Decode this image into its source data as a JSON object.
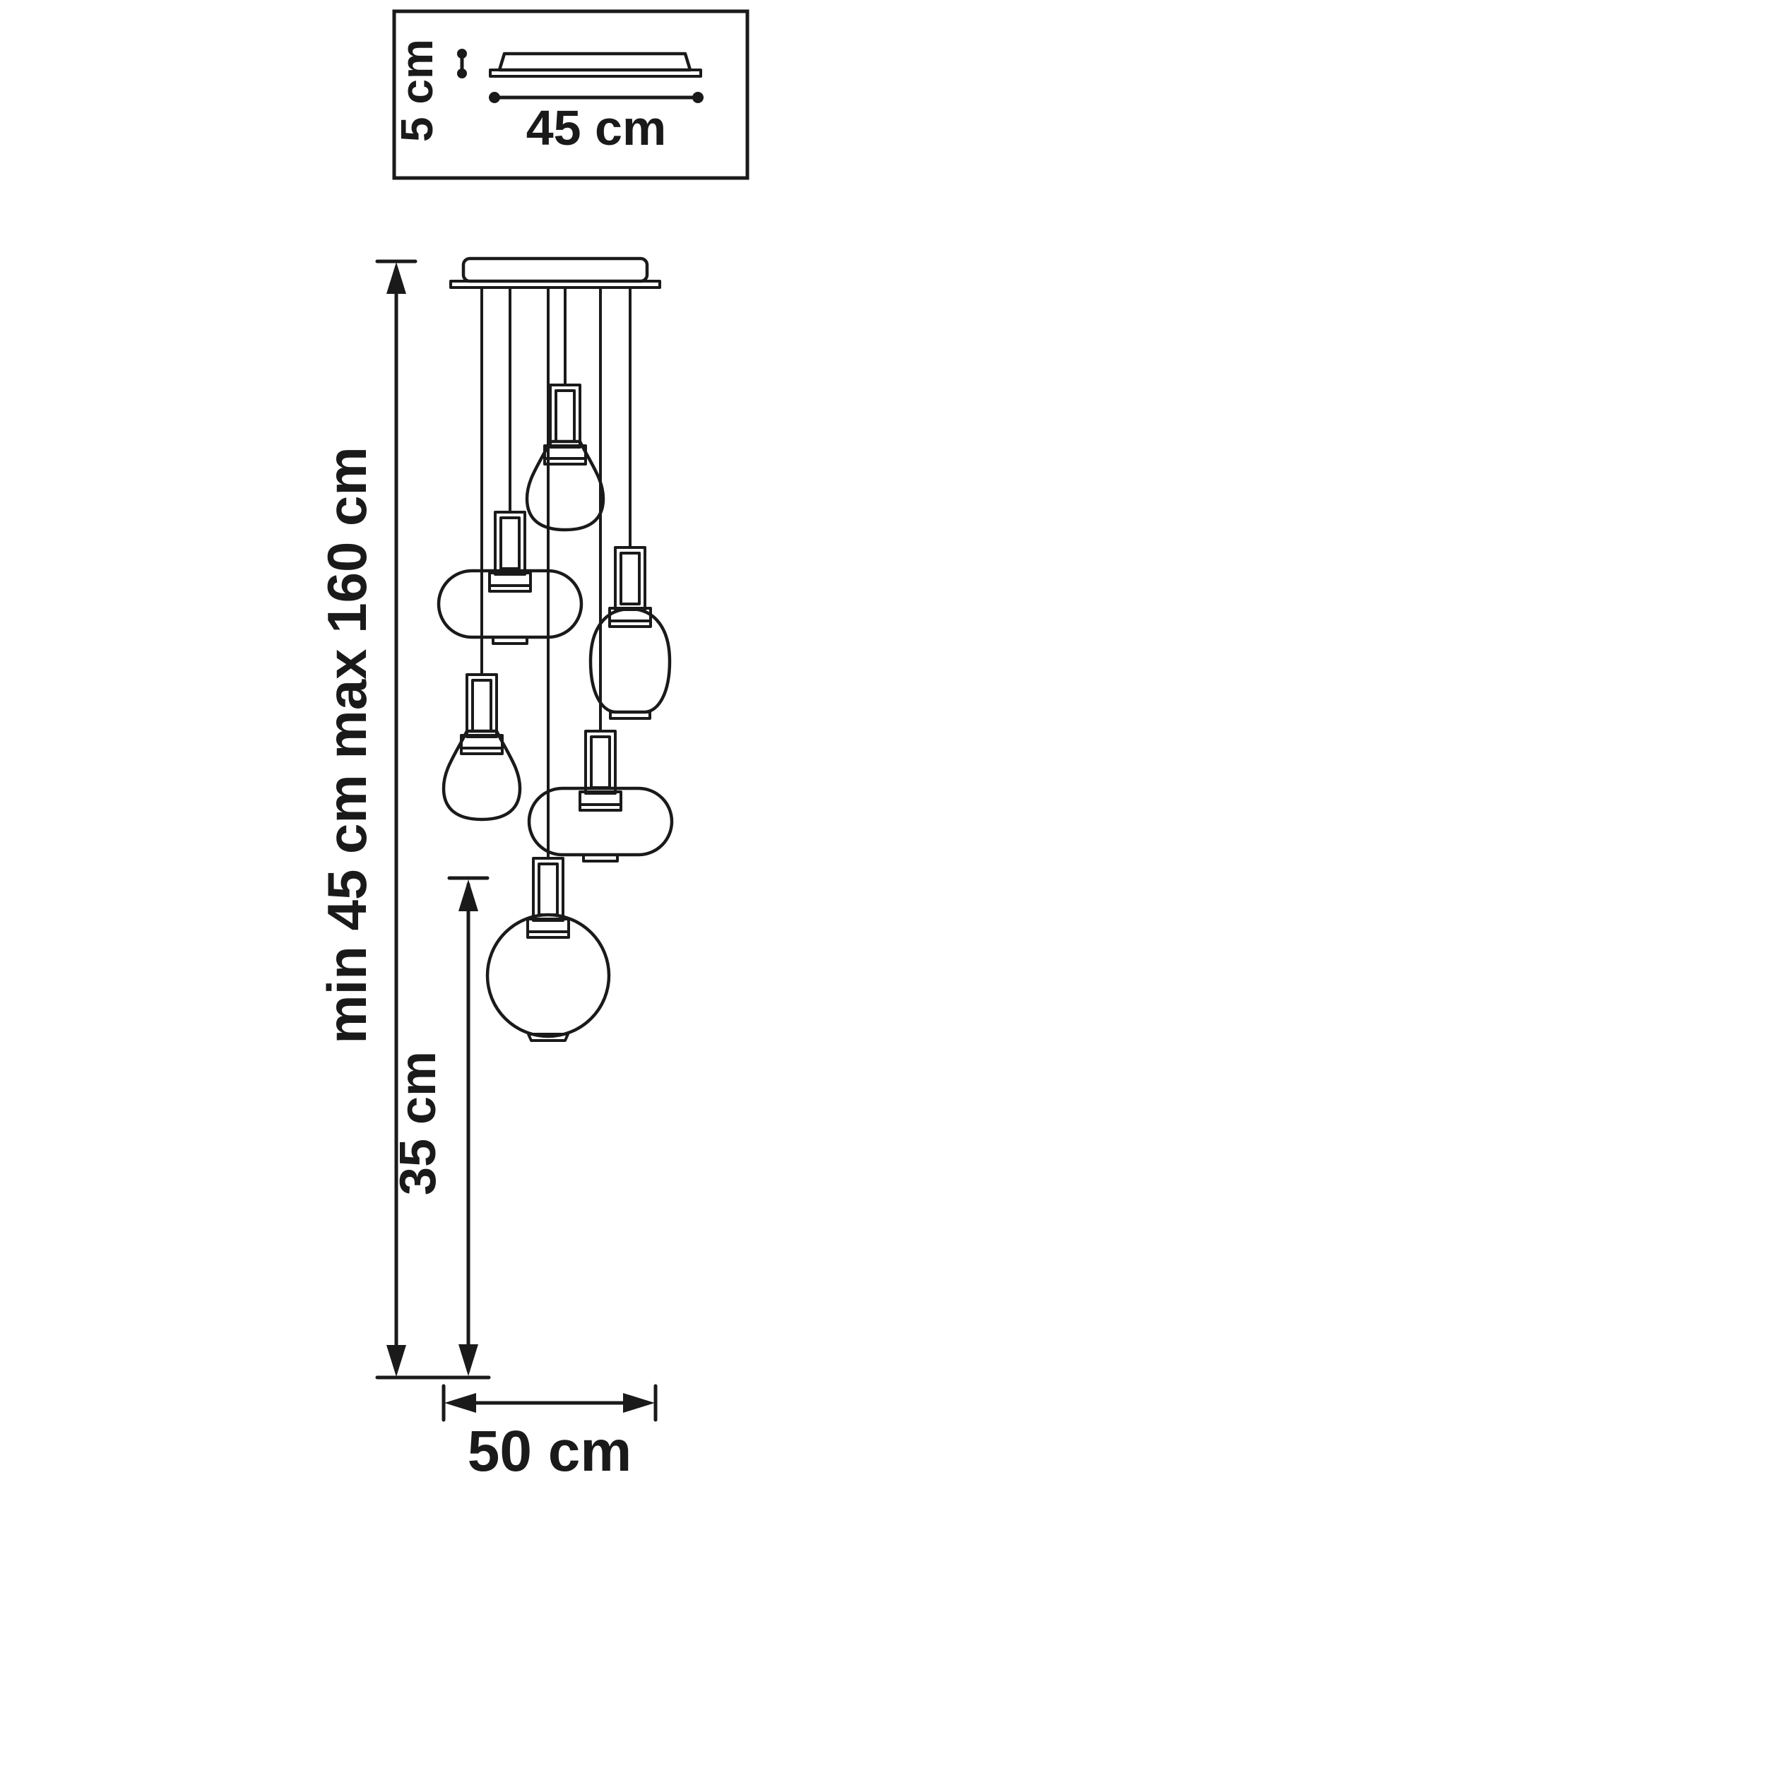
{
  "page": {
    "background": "#ffffff",
    "line_color": "#1a1a1a"
  },
  "canopy_panel": {
    "height_label": "5 cm",
    "width_label": "45 cm"
  },
  "pendant": {
    "overall_height_label": "min 45 cm max 160 cm",
    "shade_section_height_label": "35 cm",
    "base_width_label": "50 cm",
    "shade_count": 6,
    "cable_count": 6
  }
}
